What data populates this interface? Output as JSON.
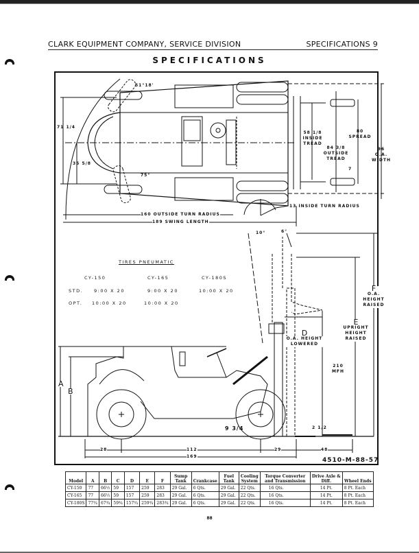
{
  "header": {
    "left": "CLARK EQUIPMENT COMPANY,  SERVICE DIVISION",
    "right": "SPECIFICATIONS  9"
  },
  "title": "SPECIFICATIONS",
  "plan_view": {
    "angle_top": "51°18'",
    "angle_bottom": "75°",
    "dim_left_outer": "71 1/4",
    "dim_left_inner": "35 5/8",
    "inside_tread": {
      "value": "58 1/8",
      "label": "INSIDE TREAD"
    },
    "outside_tread": {
      "value": "84 3/8",
      "label": "OUTSIDE TREAD"
    },
    "spread": {
      "value": "80",
      "label": "SPREAD"
    },
    "width": {
      "value": "96",
      "label": "O.A. WIDTH"
    },
    "fork_width": "7",
    "inside_turn_radius": "13  INSIDE  TURN  RADIUS",
    "outside_turn_radius": "160  OUTSIDE  TURN  RADIUS",
    "swing_length": "189  SWING  LENGTH"
  },
  "side_view": {
    "tilt_back": "10°",
    "tilt_forward": "6°",
    "letters": {
      "A": "A",
      "B": "B",
      "D": "D",
      "E": "E",
      "F": "F"
    },
    "d_label": "O.A. HEIGHT LOWERED",
    "e_label": "UPRIGHT HEIGHT RAISED",
    "f_label": "O.A. HEIGHT RAISED",
    "mfh": {
      "value": "210",
      "label": "MFH"
    },
    "ground_clearance": "9 3/4",
    "fork_thickness": "2 1/2",
    "dims_bottom": [
      "28",
      "112",
      "29",
      "48"
    ],
    "overall_length": "169",
    "figure_number": "4510-M-88-57"
  },
  "tires": {
    "title": "TIRES PNEUMATIC",
    "models": [
      "CY-150",
      "CY-165",
      "CY-180S"
    ],
    "rows": [
      {
        "label": "STD.",
        "values": [
          "9:00 X 20",
          "9:00 X 20",
          "10:00 X 20"
        ]
      },
      {
        "label": "OPT.",
        "values": [
          "10:00 X 20",
          "10:00 X 20",
          ""
        ]
      }
    ]
  },
  "spec_table": {
    "headers": [
      "Model",
      "A",
      "B",
      "C",
      "D",
      "E",
      "F",
      "Sump Tank",
      "Crankcase",
      "Fuel Tank",
      "Cooling System",
      "Torque Converter and Transmission",
      "Drive Axle & Diff.",
      "Wheel Ends"
    ],
    "rows": [
      [
        "CY-150",
        "77",
        "66½",
        "59",
        "157",
        "259",
        "283",
        "29 Gal.",
        "6  Qts.",
        "29 Gal.",
        "22 Qts.",
        "16 Qts.",
        "14 Pt.",
        "8 Pt. Each"
      ],
      [
        "CY-165",
        "77",
        "66½",
        "59",
        "157",
        "259",
        "283",
        "29 Gal.",
        "6  Qts.",
        "29 Gal.",
        "22 Qts.",
        "16 Qts.",
        "14 Pt.",
        "8 Pt. Each"
      ],
      [
        "CY-180S",
        "77¾",
        "67¾",
        "59¾",
        "157¾",
        "259¾",
        "283¾",
        "29 Gal.",
        "6  Qts.",
        "29 Gal.",
        "22 Qts.",
        "16 Qts.",
        "14 Pt.",
        "8 Pt. Each"
      ]
    ]
  },
  "page_number": "88"
}
